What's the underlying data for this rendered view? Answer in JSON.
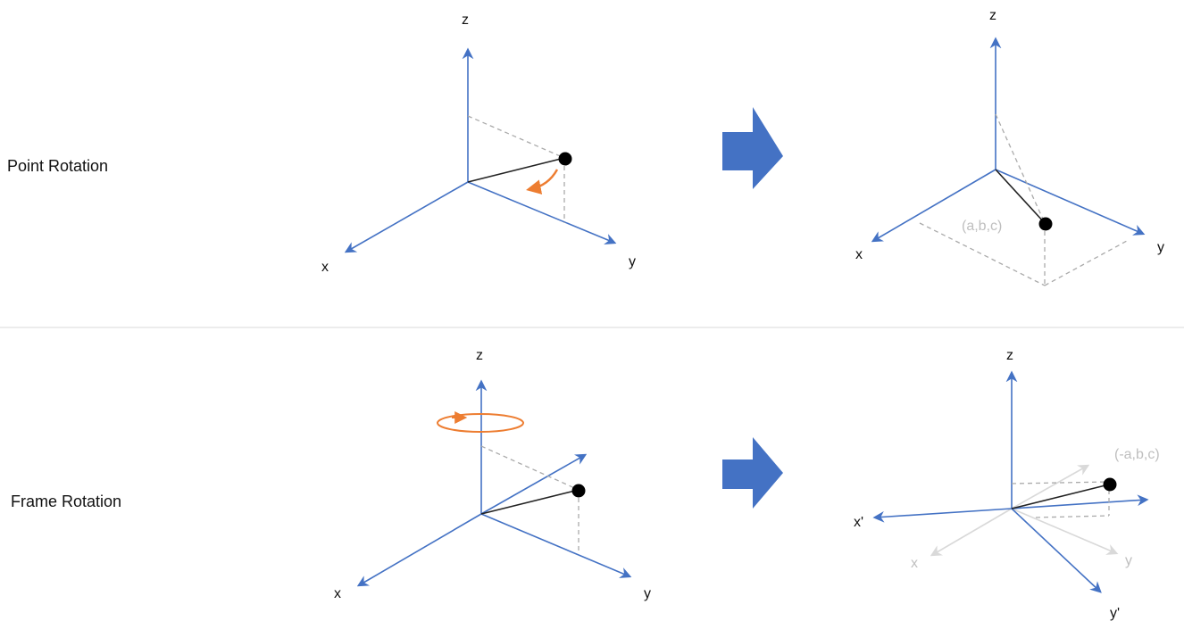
{
  "rows": [
    {
      "label": "Point Rotation"
    },
    {
      "label": "Frame Rotation"
    }
  ],
  "panels": {
    "point_before": {
      "z": "z",
      "x": "x",
      "y": "y"
    },
    "point_after": {
      "z": "z",
      "x": "x",
      "y": "y",
      "point": "(a,b,c)"
    },
    "frame_before": {
      "z": "z",
      "x": "x",
      "y": "y"
    },
    "frame_after": {
      "z": "z",
      "x": "x",
      "y": "y",
      "x_prime": "x'",
      "y_prime": "y'",
      "point": "(-a,b,c)"
    }
  },
  "colors": {
    "axis": "#4472c4",
    "arrow_fill": "#4472c4",
    "rotation": "#ed7d31",
    "guide": "#aaaaaa",
    "faded": "#d9d9d9",
    "faded_text": "#bfbfbf",
    "point": "#000000",
    "separator": "#d9d9d9"
  },
  "icons": {
    "transition_arrow": "right-arrow-icon",
    "rotation_arc": "curved-arrow-icon",
    "rotation_ring": "rotation-ring-icon"
  }
}
